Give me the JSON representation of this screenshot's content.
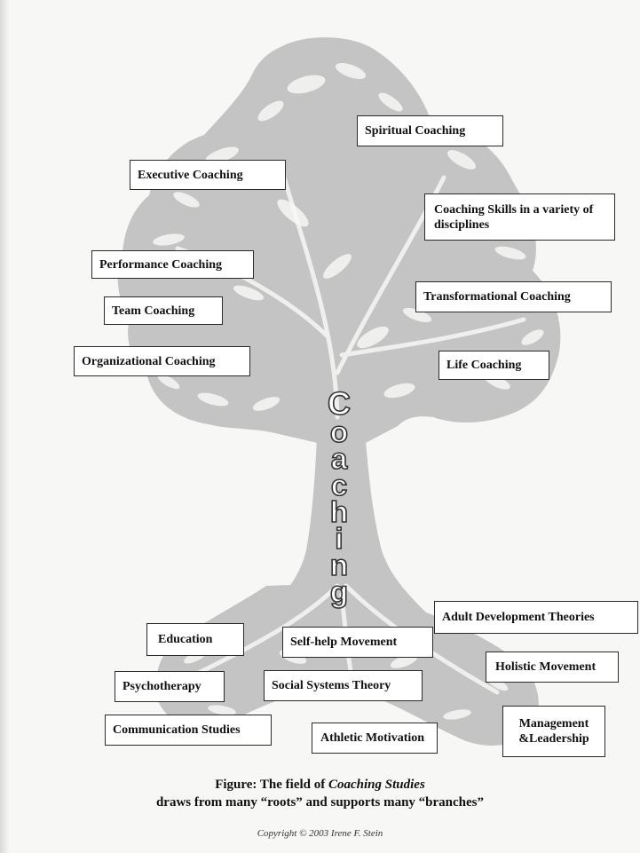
{
  "diagram": {
    "center_word": [
      "C",
      "o",
      "a",
      "c",
      "h",
      "i",
      "n",
      "g"
    ],
    "branches": [
      {
        "id": "spiritual",
        "text": "Spiritual Coaching"
      },
      {
        "id": "executive",
        "text": "Executive Coaching"
      },
      {
        "id": "skills",
        "text": "Coaching Skills in a variety of disciplines"
      },
      {
        "id": "performance",
        "text": "Performance Coaching"
      },
      {
        "id": "transformational",
        "text": "Transformational Coaching"
      },
      {
        "id": "team",
        "text": "Team Coaching"
      },
      {
        "id": "organizational",
        "text": "Organizational Coaching"
      },
      {
        "id": "life",
        "text": "Life Coaching"
      }
    ],
    "roots": [
      {
        "id": "adult",
        "text": "Adult Development Theories"
      },
      {
        "id": "education",
        "text": "Education"
      },
      {
        "id": "selfhelp",
        "text": "Self-help Movement"
      },
      {
        "id": "holistic",
        "text": "Holistic Movement"
      },
      {
        "id": "psychotherapy",
        "text": "Psychotherapy"
      },
      {
        "id": "social",
        "text": "Social Systems Theory"
      },
      {
        "id": "management",
        "text": "Management &Leadership"
      },
      {
        "id": "communication",
        "text": "Communication Studies"
      },
      {
        "id": "athletic",
        "text": "Athletic Motivation"
      }
    ]
  },
  "caption": {
    "line1_prefix": "Figure: The field of ",
    "line1_italic": "Coaching Studies",
    "line2": "draws from many “roots” and supports many “branches”"
  },
  "copyright": "Copyright © 2003 Irene F. Stein",
  "colors": {
    "tree": "#c4c4c4",
    "tree_hole": "#f7f7f5",
    "border": "#2a2a2a",
    "background": "#f7f7f5"
  }
}
